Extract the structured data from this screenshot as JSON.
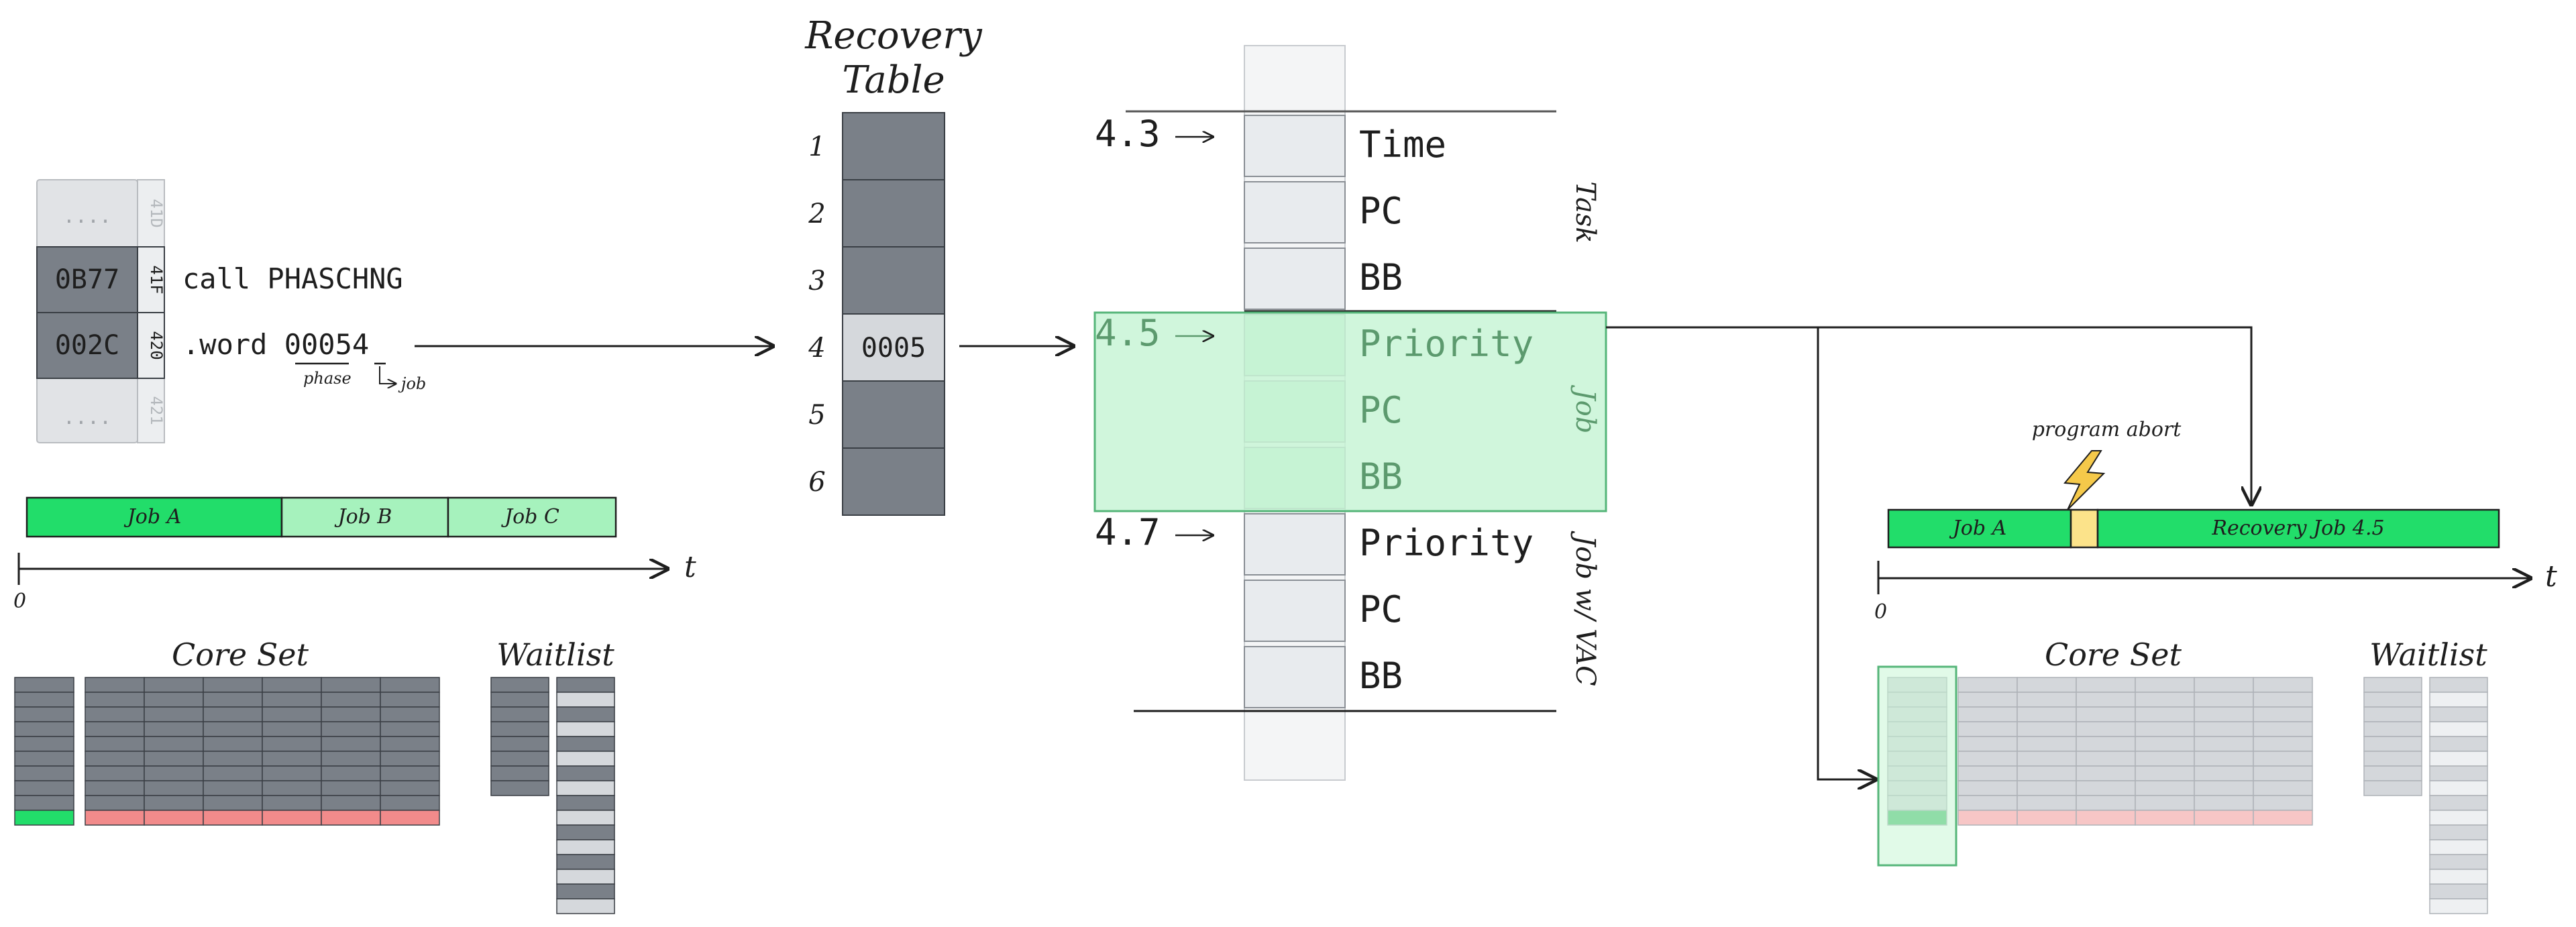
{
  "memory": {
    "rows": [
      {
        "value": "....",
        "addr": "41D",
        "code": ""
      },
      {
        "value": "0B77",
        "addr": "41F",
        "code": "call PHASCHNG"
      },
      {
        "value": "002C",
        "addr": "420",
        "code": ".word 00054"
      },
      {
        "value": "....",
        "addr": "421",
        "code": ""
      }
    ],
    "phase_label": "phase",
    "job_label": "job"
  },
  "timeline_left": {
    "jobs": [
      "Job A",
      "Job B",
      "Job C"
    ],
    "origin": "0",
    "axis": "t"
  },
  "timeline_right": {
    "jobs": [
      "Job A",
      "Recovery Job 4.5"
    ],
    "abort_label": "program abort",
    "origin": "0",
    "axis": "t"
  },
  "recovery_table": {
    "title_line1": "Recovery",
    "title_line2": "Table",
    "indices": [
      "1",
      "2",
      "3",
      "4",
      "5",
      "6"
    ],
    "value": "0005"
  },
  "stack": {
    "groups": [
      {
        "pointer": "4.3",
        "label": "Task",
        "fields": [
          "Time",
          "PC",
          "BB"
        ]
      },
      {
        "pointer": "4.5",
        "label": "Job",
        "fields": [
          "Priority",
          "PC",
          "BB"
        ]
      },
      {
        "pointer": "4.7",
        "label": "Job w/ VAC",
        "fields": [
          "Priority",
          "PC",
          "BB"
        ]
      }
    ]
  },
  "panels": {
    "core_set_label": "Core Set",
    "waitlist_label": "Waitlist"
  },
  "colors": {
    "dark_block": "#7a8088",
    "light_block": "#d5d8dc",
    "green": "#22dd6a",
    "light_green": "#a6f2bd",
    "highlight": "#c8f5d6",
    "red": "#f28b8b",
    "yellow": "#fce38a",
    "bolt": "#f5c94a"
  }
}
